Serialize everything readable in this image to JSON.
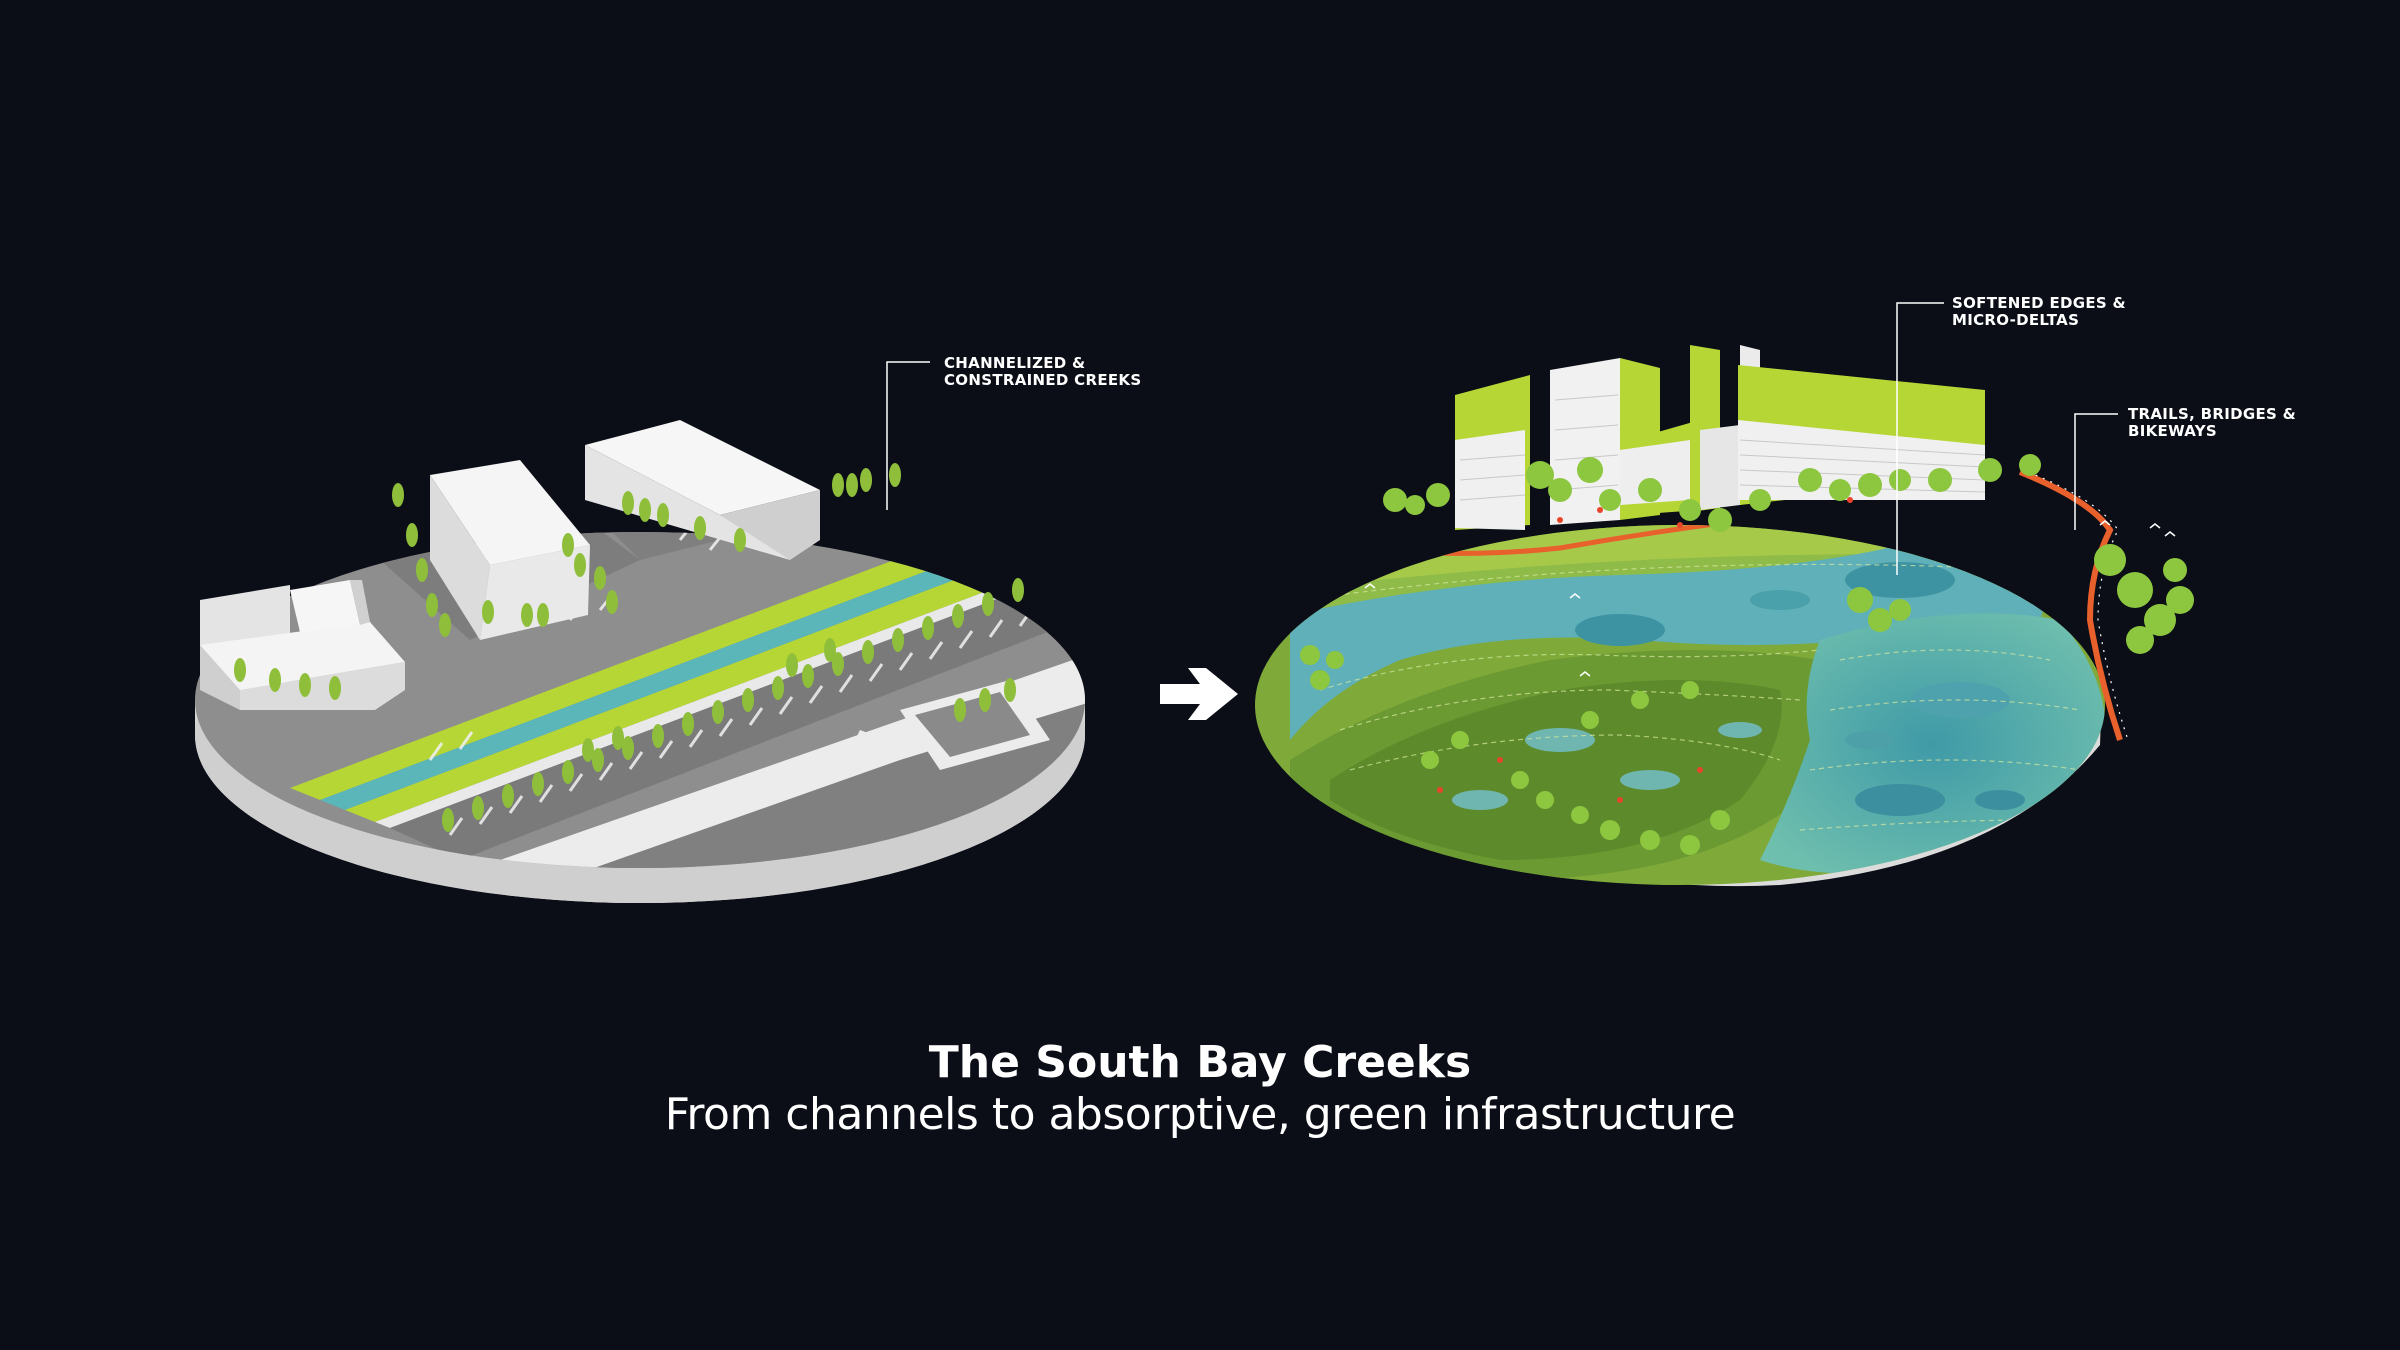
{
  "title": "The South Bay Creeks",
  "subtitle": "From channels to absorptive, green infrastructure",
  "annotations": {
    "before": {
      "line1": "CHANNELIZED &",
      "line2": "CONSTRAINED CREEKS"
    },
    "edges": {
      "line1": "SOFTENED EDGES &",
      "line2": "MICRO-DELTAS"
    },
    "trails": {
      "line1": "TRAILS, BRIDGES &",
      "line2": "BIKEWAYS"
    }
  },
  "colors": {
    "background": "#0b0e17",
    "lime": "#b6d635",
    "creek": "#5bb6b9",
    "pavement": "#8f8f8f",
    "trail": "#e8602b"
  }
}
